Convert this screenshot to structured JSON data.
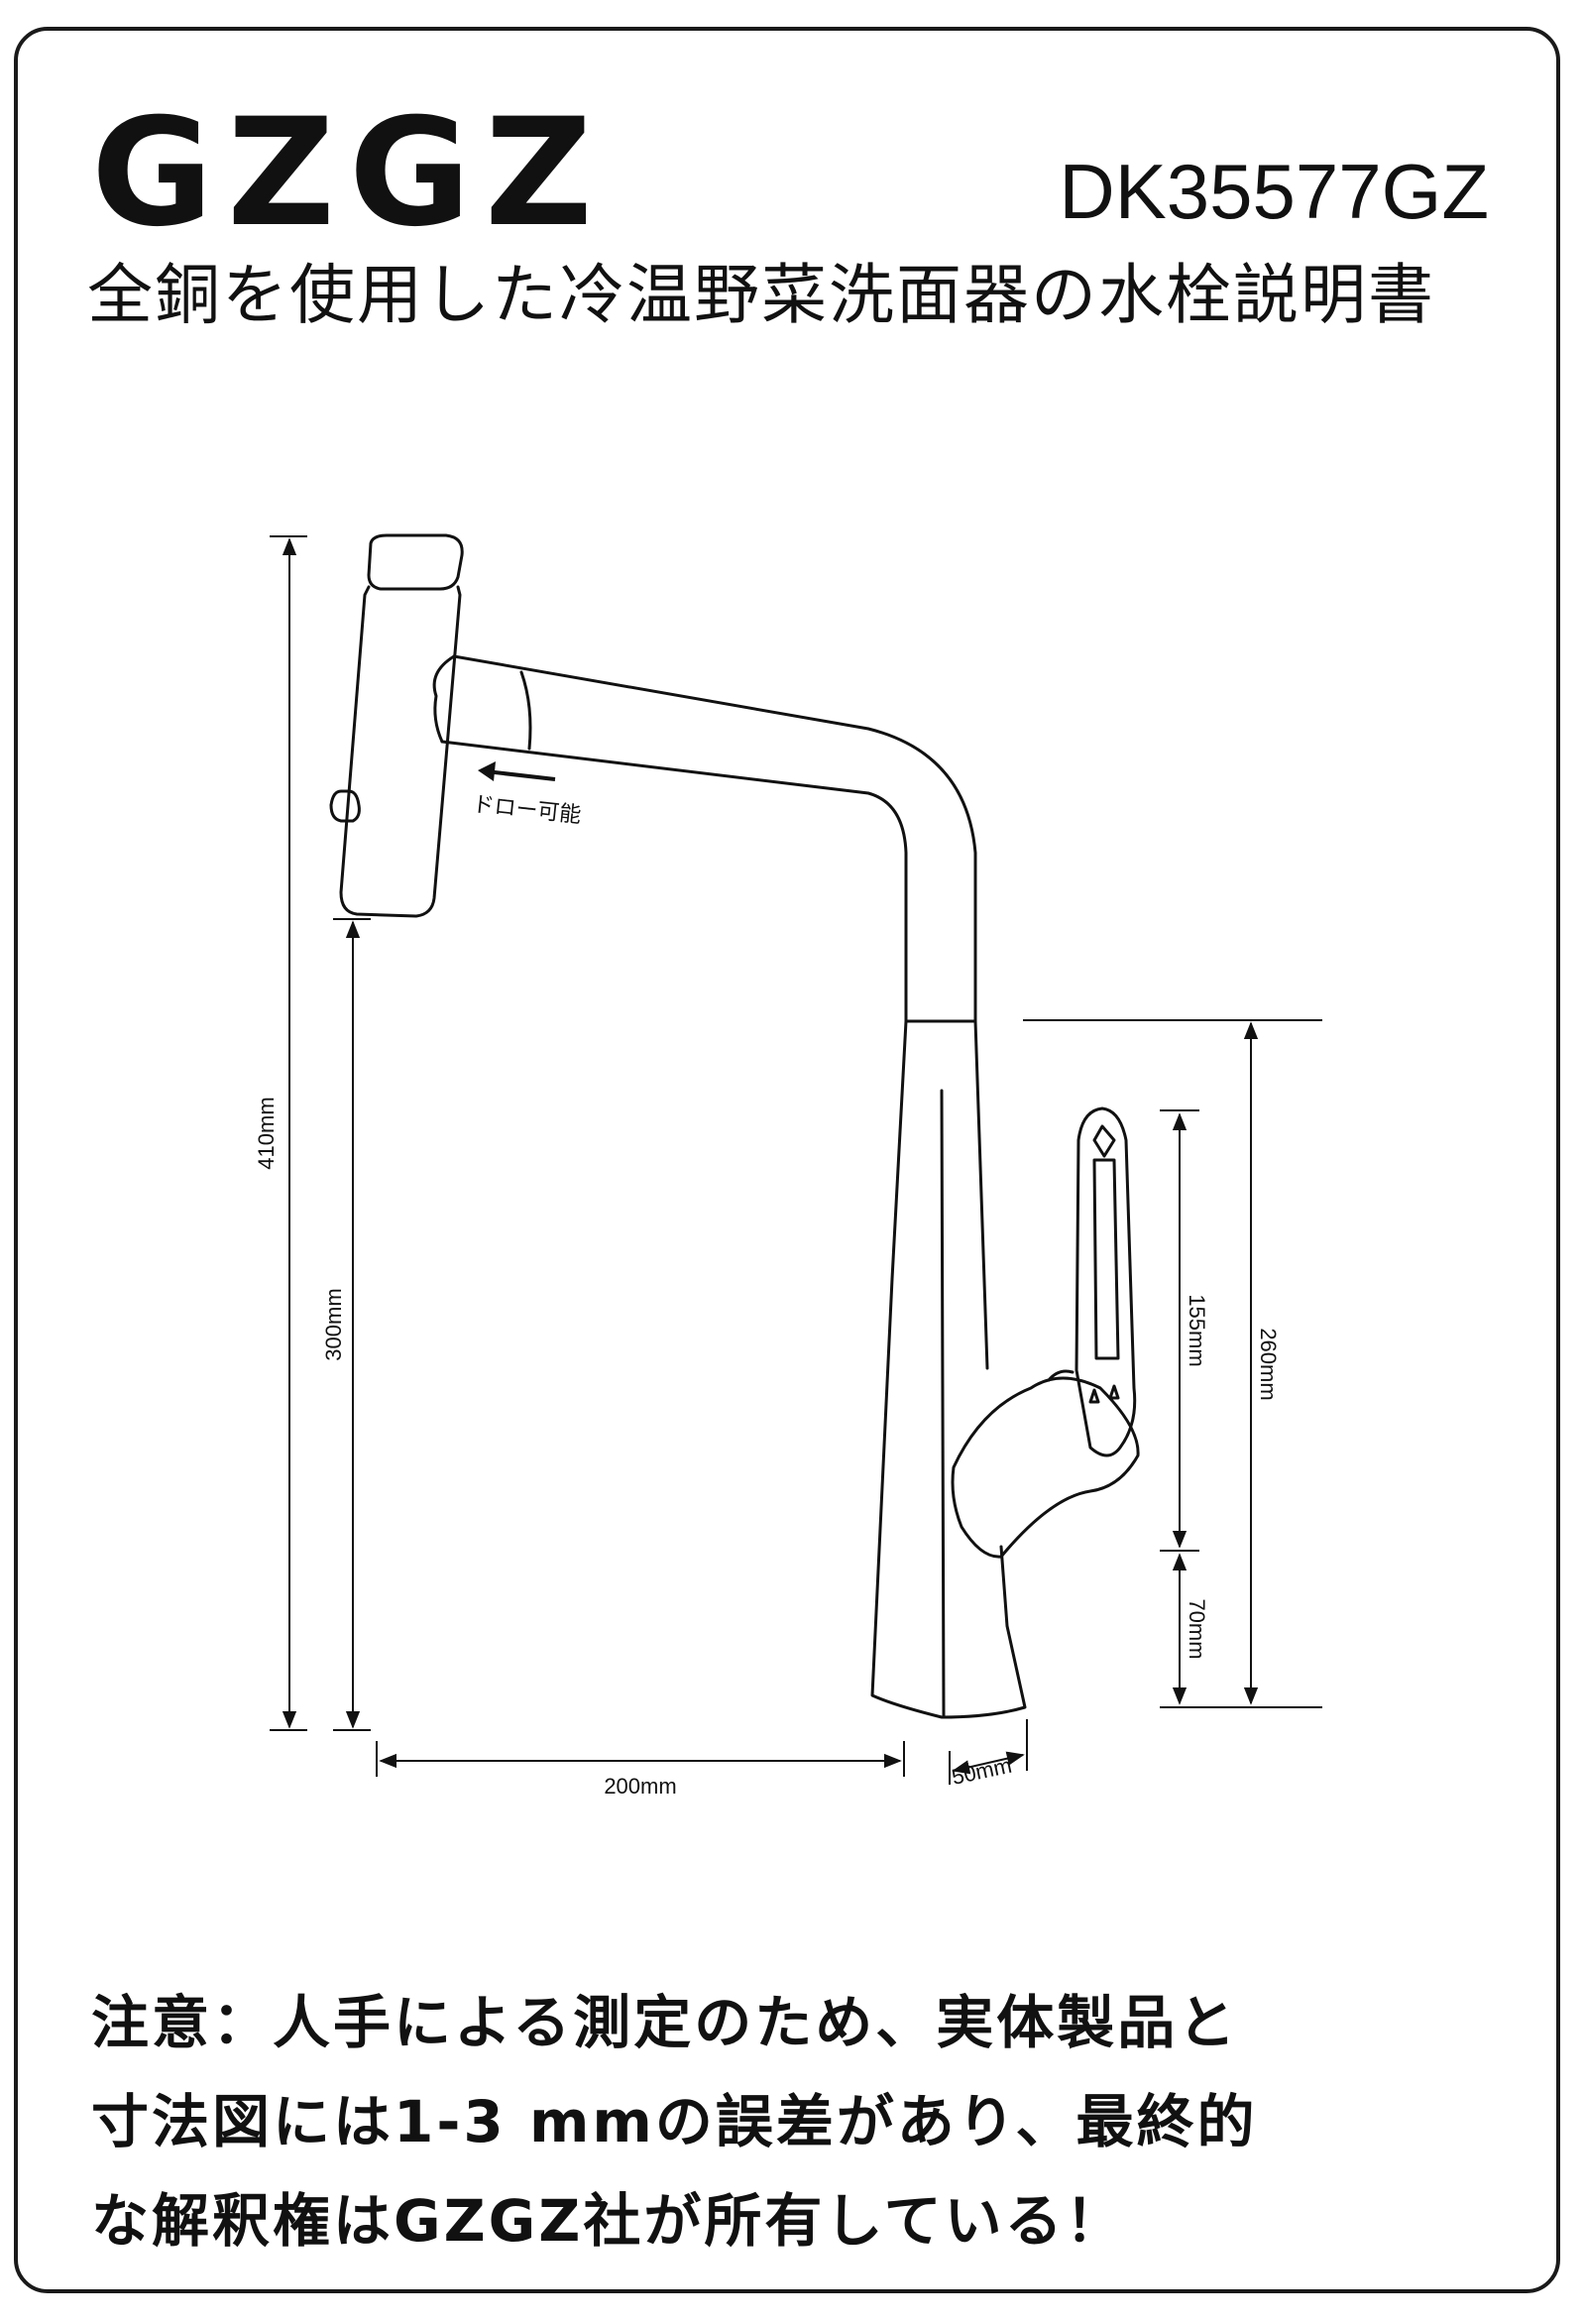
{
  "header": {
    "brand": "GZGZ",
    "model": "DK35577GZ",
    "subtitle": "全銅を使用した冷温野菜洗面器の水栓説明書"
  },
  "diagram": {
    "pull_label": "ドロー可能",
    "dimensions": {
      "total_height": "410mm",
      "spout_height": "300mm",
      "reach": "200mm",
      "base": "50mm",
      "handle_height": "155mm",
      "lower_height": "70mm",
      "body_height": "260mm"
    }
  },
  "note": {
    "lines": [
      "注意：人手による測定のため、実体製品と",
      "寸法図には1-3 mmの誤差があり、最終的",
      "な解釈権はGZGZ社が所有している！"
    ]
  }
}
